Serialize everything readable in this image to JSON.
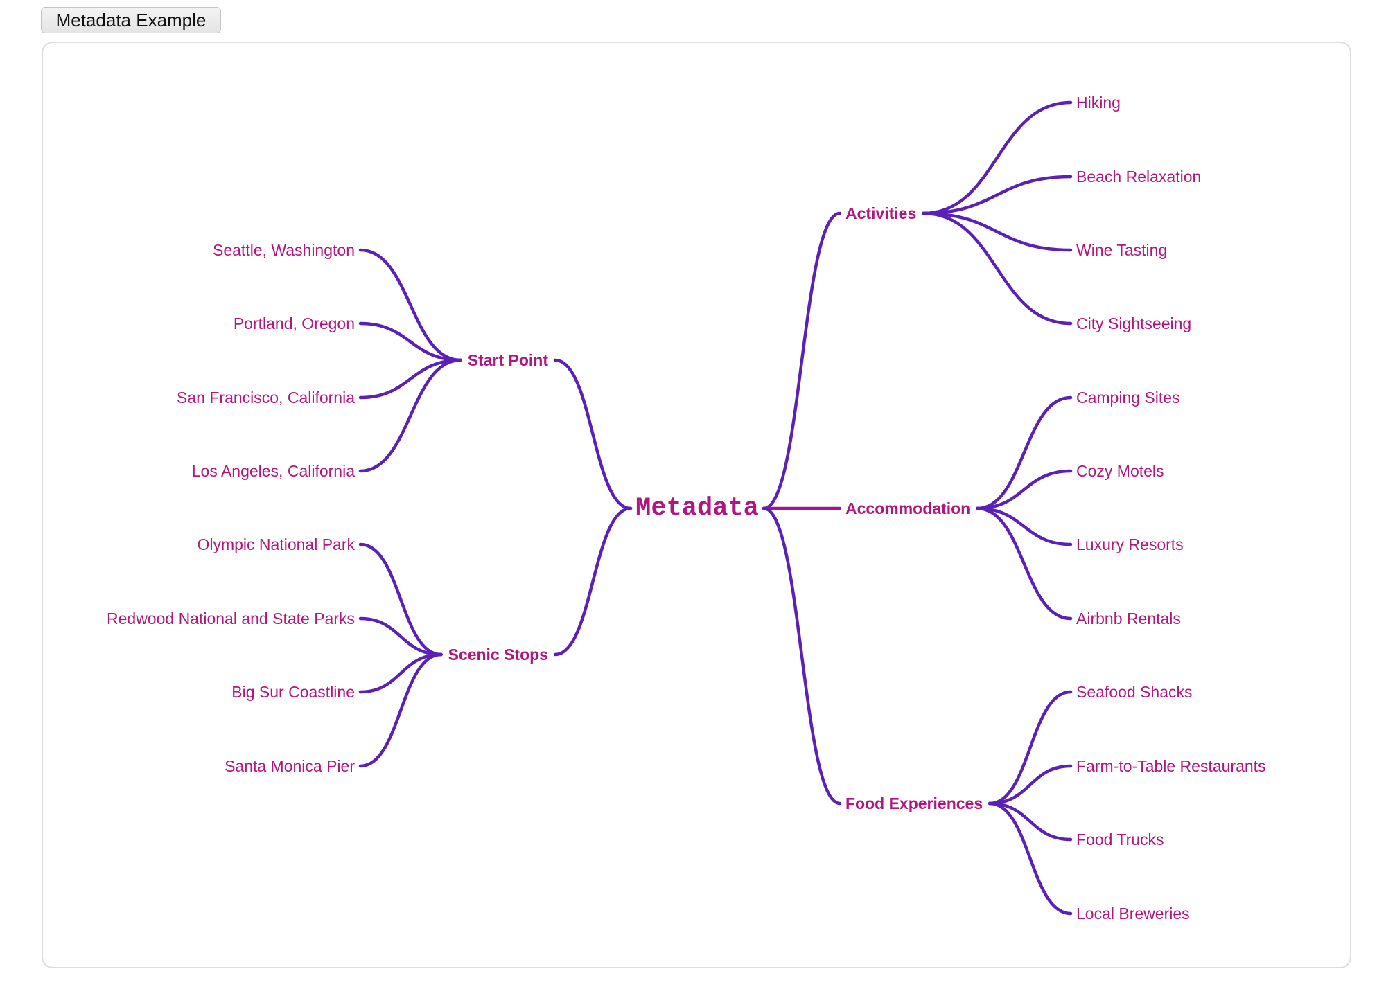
{
  "header": {
    "tab_label": "Metadata Example"
  },
  "mindmap": {
    "root": "Metadata",
    "colors": {
      "edge": "#5b21b6",
      "accent_edge": "#a3158e",
      "text": "#b0167f"
    },
    "left": [
      {
        "label": "Start Point",
        "children": [
          "Seattle, Washington",
          "Portland, Oregon",
          "San Francisco, California",
          "Los Angeles, California"
        ]
      },
      {
        "label": "Scenic Stops",
        "children": [
          "Olympic National Park",
          "Redwood National and State Parks",
          "Big Sur Coastline",
          "Santa Monica Pier"
        ]
      }
    ],
    "right": [
      {
        "label": "Activities",
        "children": [
          "Hiking",
          "Beach Relaxation",
          "Wine Tasting",
          "City Sightseeing"
        ]
      },
      {
        "label": "Accommodation",
        "children": [
          "Camping Sites",
          "Cozy Motels",
          "Luxury Resorts",
          "Airbnb Rentals"
        ]
      },
      {
        "label": "Food Experiences",
        "children": [
          "Seafood Shacks",
          "Farm-to-Table Restaurants",
          "Food Trucks",
          "Local Breweries"
        ]
      }
    ]
  }
}
